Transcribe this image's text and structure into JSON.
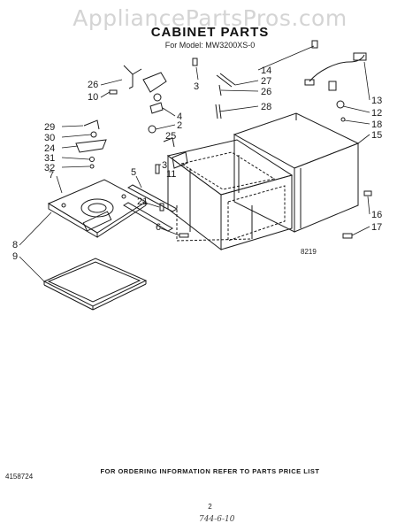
{
  "watermark": "AppliancePartsPros.com",
  "title": "CABINET PARTS",
  "subtitle": "For Model: MW3200XS-0",
  "callouts": {
    "c26a": "26",
    "c10": "10",
    "c3a": "3",
    "c29": "29",
    "c30": "30",
    "c24": "24",
    "c31": "31",
    "c32": "32",
    "c4": "4",
    "c2": "2",
    "c25": "25",
    "c3b": "3",
    "c11": "11",
    "c7": "7",
    "c5": "5",
    "c21": "21",
    "c6": "6",
    "c8": "8",
    "c9": "9",
    "c14": "14",
    "c27": "27",
    "c26b": "26",
    "c28": "28",
    "c13": "13",
    "c12": "12",
    "c18": "18",
    "c15": "15",
    "c16": "16",
    "c17": "17"
  },
  "figure_code": "8219",
  "footer": "FOR ORDERING INFORMATION REFER TO PARTS PRICE LIST",
  "doc_number": "4158724",
  "page_number": "2",
  "handwritten_note": "744-6-10"
}
